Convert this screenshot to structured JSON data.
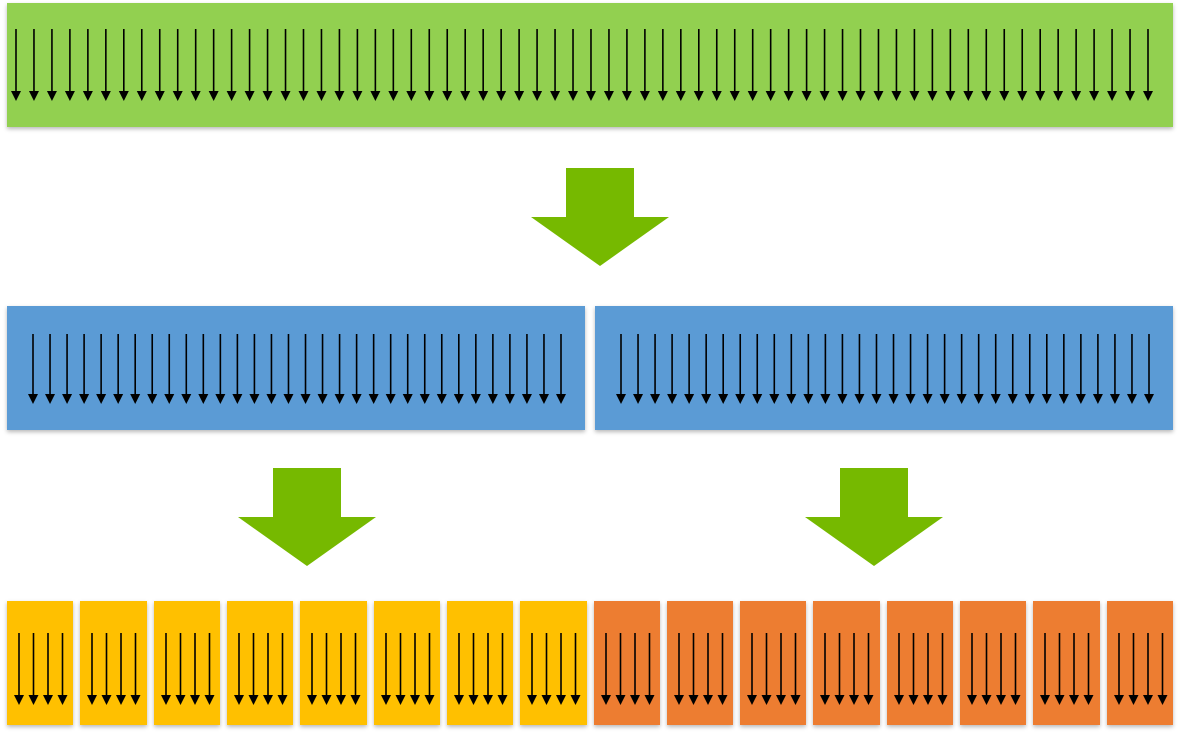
{
  "diagram": {
    "level_1": {
      "color": "#92D050",
      "thread_count": 64
    },
    "level_2": {
      "color": "#5B9BD5",
      "block_count": 2,
      "threads_per_block": 32
    },
    "level_3": {
      "colors": [
        "#FFC000",
        "#ED7D31"
      ],
      "block_count": 16,
      "threads_per_block": 4
    },
    "split_arrow": {
      "color": "#76B900",
      "icon": "down-arrow-icon"
    },
    "thread_arrow": {
      "color": "#000000",
      "icon": "thread-arrow-icon"
    }
  }
}
